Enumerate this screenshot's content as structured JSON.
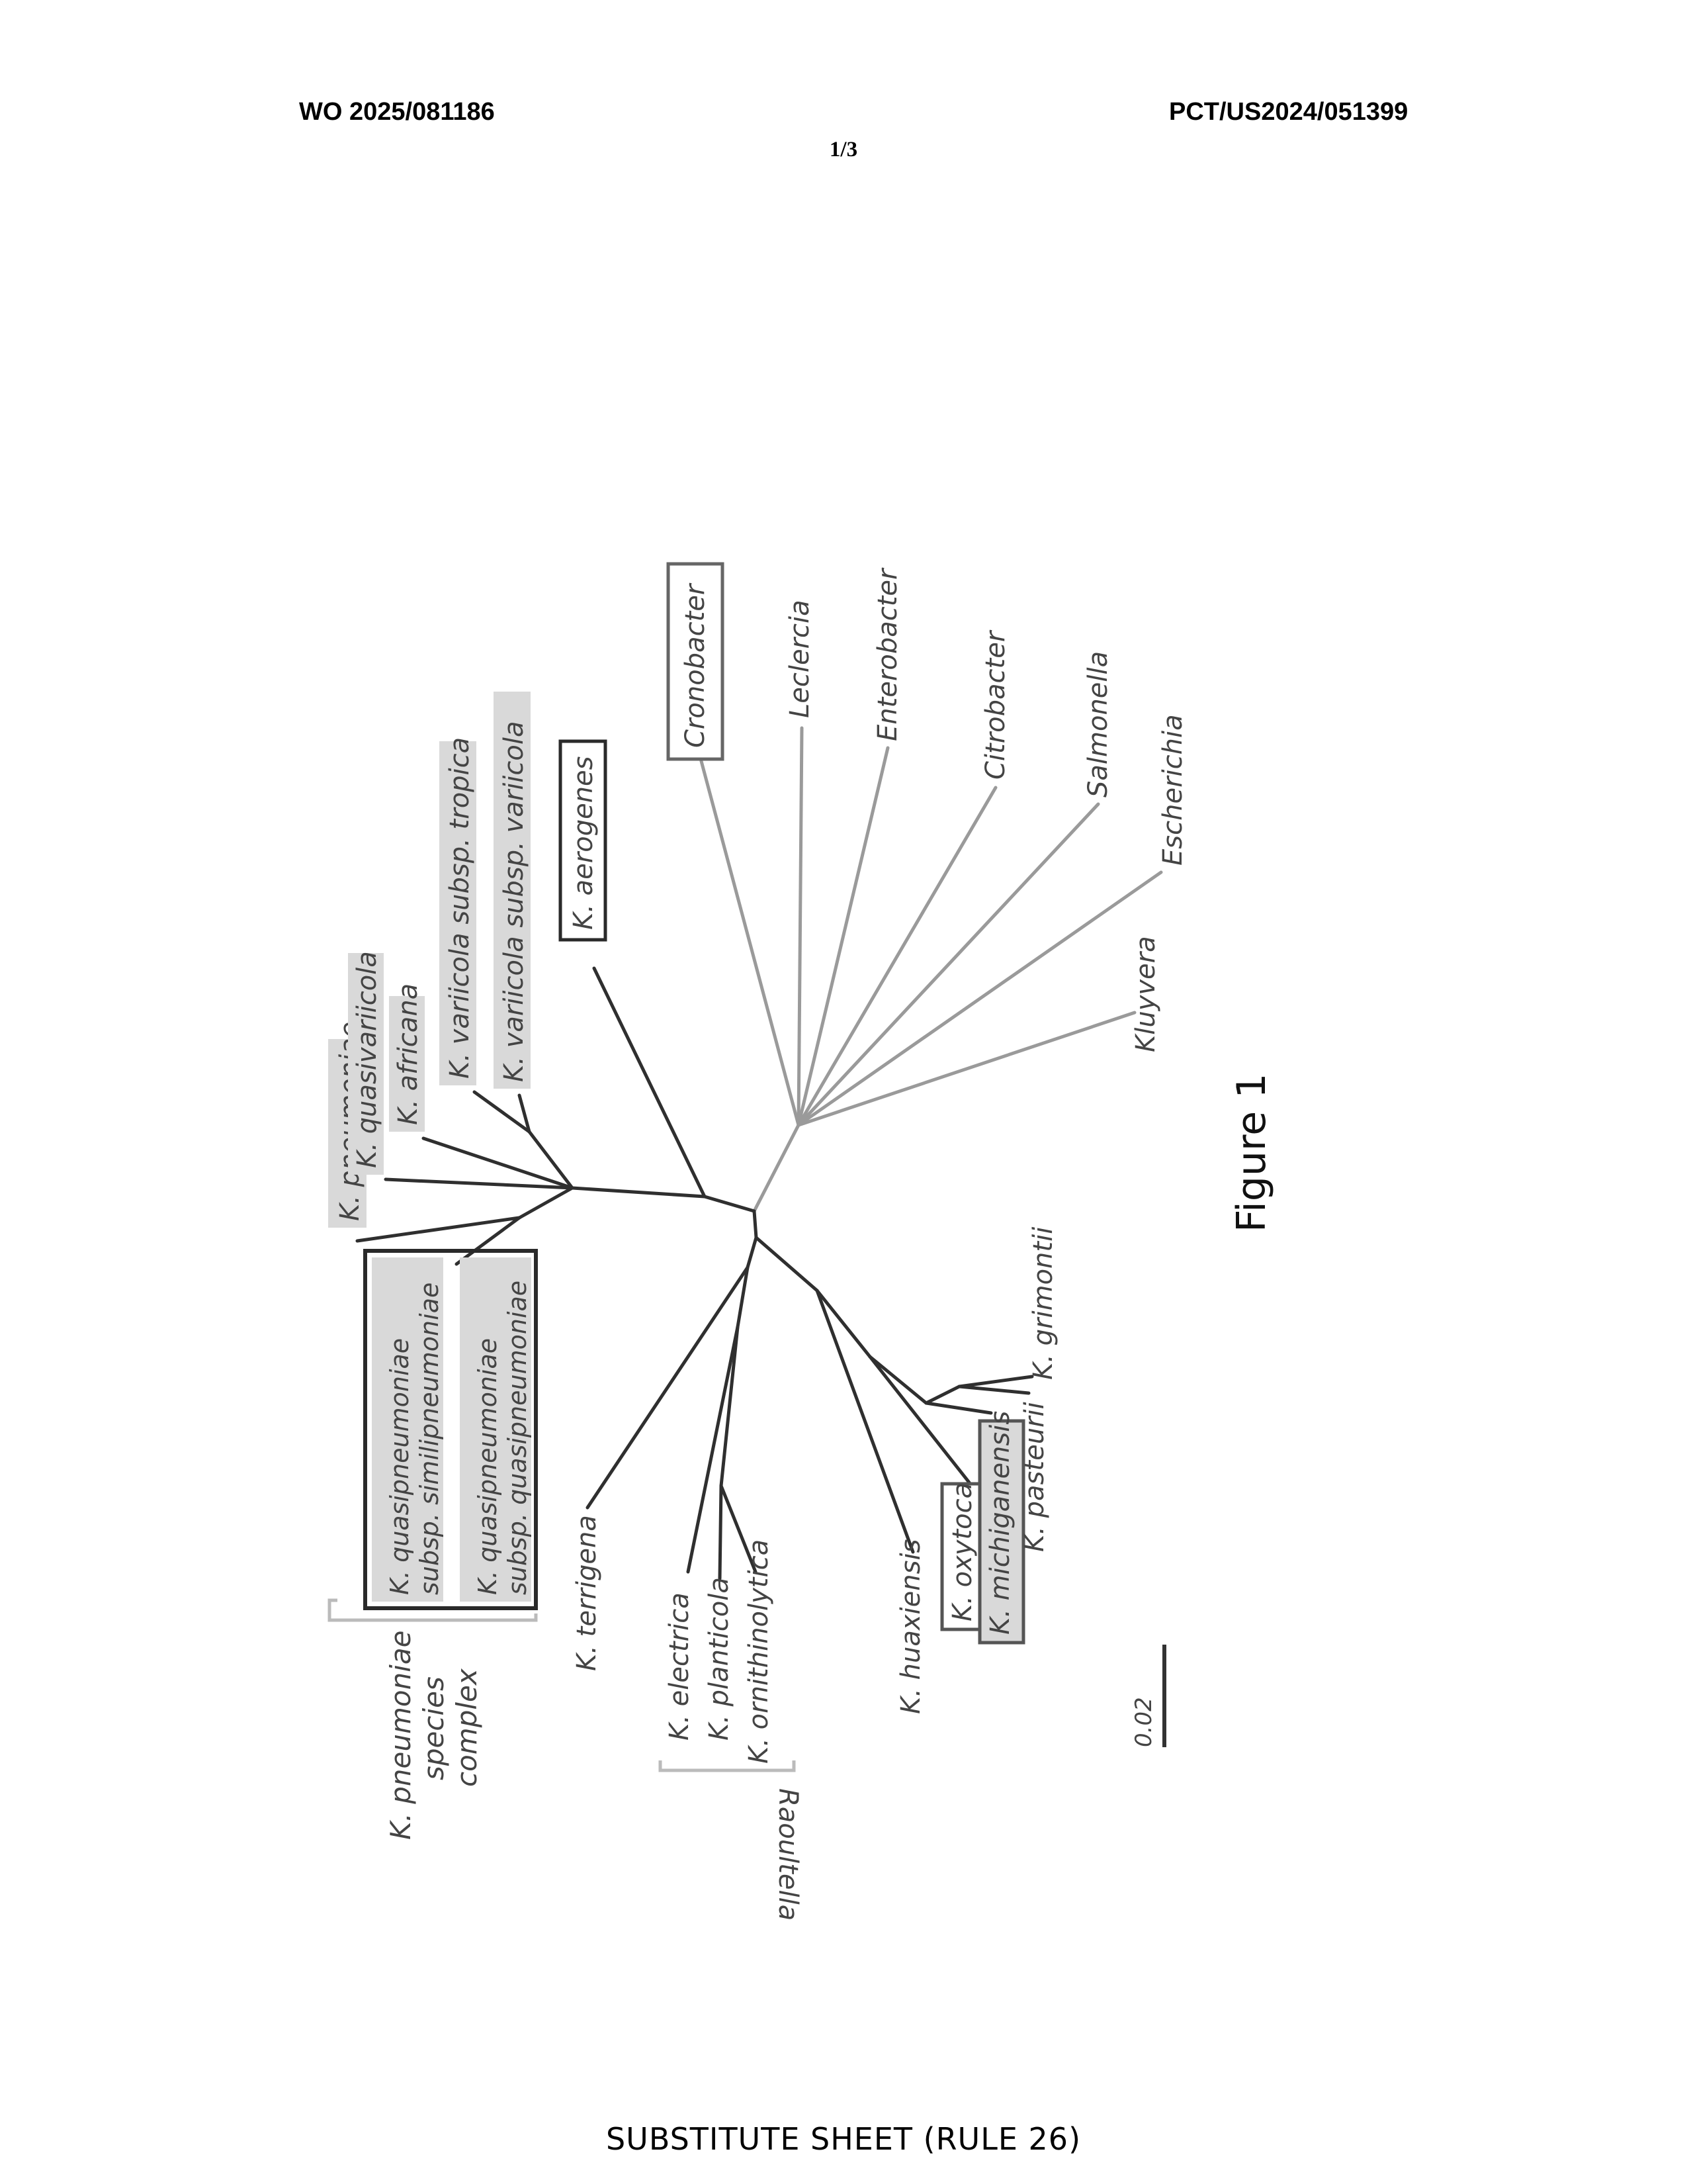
{
  "header": {
    "publication_number": "WO 2025/081186",
    "application_number": "PCT/US2024/051399",
    "page_number": "1/3"
  },
  "footer": {
    "text": "SUBSTITUTE SHEET (RULE 26)"
  },
  "figure": {
    "caption": "Figure 1",
    "scale_bar_label": "0.02",
    "taxa": {
      "k_pneumoniae": "K. pneumoniae",
      "k_quasipneumoniae_similipneumoniae": [
        "K. quasipneumoniae",
        "subsp. similipneumoniae"
      ],
      "k_quasipneumoniae_quasipneumoniae": [
        "K. quasipneumoniae",
        "subsp. quasipneumoniae"
      ],
      "k_quasivariicola": "K. quasivariicola",
      "k_africana": "K. africana",
      "k_variicola_tropica": "K. variicola subsp. tropica",
      "k_variicola_variicola": "K. variicola subsp. variicola",
      "k_aerogenes": "K. aerogenes",
      "cronobacter": "Cronobacter",
      "leclercia": "Leclercia",
      "enterobacter": "Enterobacter",
      "citrobacter": "Citrobacter",
      "salmonella": "Salmonella",
      "escherichia": "Escherichia",
      "kluyvera": "Kluyvera",
      "k_terrigena": "K. terrigena",
      "k_electrica": "K. electrica",
      "k_planticola": "K. planticola",
      "k_ornithinolytica": "K. ornithinolytica",
      "k_huaxiensis": "K. huaxiensis",
      "k_oxytoca": "K. oxytoca",
      "k_michiganensis": "K. michiganensis",
      "k_pasteurii": "K. pasteurii",
      "k_grimontii": "K. grimontii"
    },
    "groups": {
      "kpsc": [
        "K. pneumoniae",
        "species",
        "complex"
      ],
      "raoultella": "Raoultella"
    }
  }
}
